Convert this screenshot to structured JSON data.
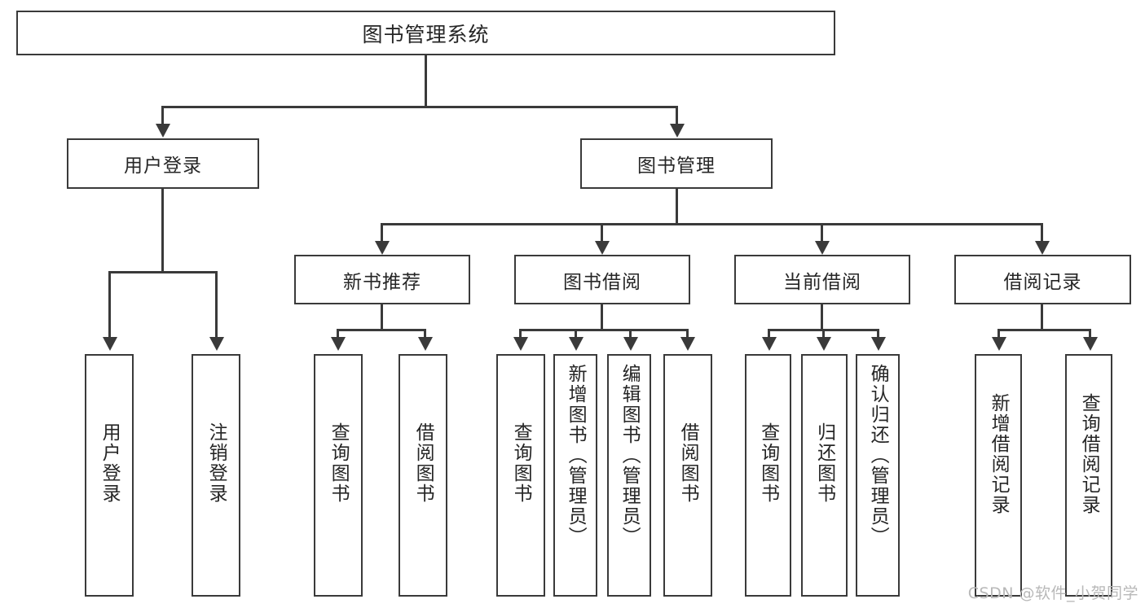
{
  "diagram": {
    "title": "图书管理系统",
    "type": "system-function-structure-tree",
    "root": {
      "label": "图书管理系统"
    },
    "level2": [
      {
        "label": "用户登录"
      },
      {
        "label": "图书管理"
      }
    ],
    "level3": [
      {
        "label": "新书推荐"
      },
      {
        "label": "图书借阅"
      },
      {
        "label": "当前借阅"
      },
      {
        "label": "借阅记录"
      }
    ],
    "leaves": {
      "user_login": [
        {
          "label": "用户登录"
        },
        {
          "label": "注销登录"
        }
      ],
      "new_book_recommend": [
        {
          "label": "查询图书"
        },
        {
          "label": "借阅图书"
        }
      ],
      "book_borrow": [
        {
          "label": "查询图书"
        },
        {
          "label": "新增图书（管理员）"
        },
        {
          "label": "编辑图书（管理员）"
        },
        {
          "label": "借阅图书"
        }
      ],
      "current_borrow": [
        {
          "label": "查询图书"
        },
        {
          "label": "归还图书"
        },
        {
          "label": "确认归还（管理员）"
        }
      ],
      "borrow_record": [
        {
          "label": "新增借阅记录"
        },
        {
          "label": "查询借阅记录"
        }
      ]
    }
  },
  "watermark": {
    "text": "CSDN @软件_小贺同学"
  },
  "colors": {
    "stroke": "#3a3a3a",
    "text": "#262626",
    "background": "#ffffff",
    "watermark": "#b8b8b8"
  }
}
